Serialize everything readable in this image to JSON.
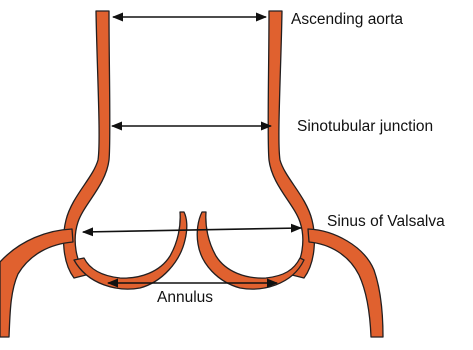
{
  "colors": {
    "vessel_wall": "#e0612f",
    "outline": "#231f20",
    "arrow": "#111111",
    "text": "#111111",
    "background": "#ffffff"
  },
  "labels": {
    "ascending_aorta": "Ascending aorta",
    "sinotubular_junction": "Sinotubular junction",
    "sinus_of_valsalva": "Sinus of Valsalva",
    "annulus": "Annulus"
  }
}
